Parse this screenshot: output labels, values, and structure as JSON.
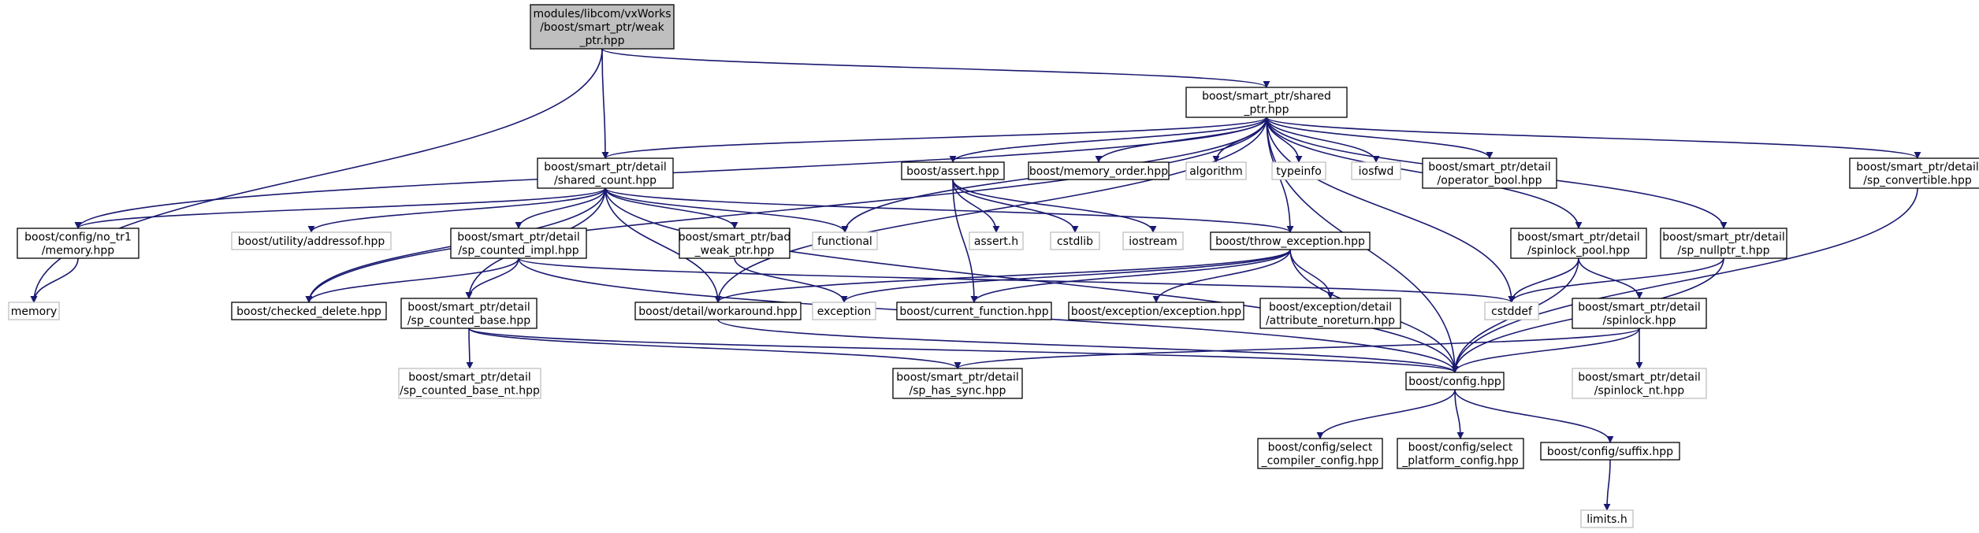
{
  "colors": {
    "edge": "#191970",
    "node_border": "#000000",
    "node_border_external": "#bfbfbf",
    "root_fill": "#bfbfbf",
    "node_fill": "#ffffff",
    "text": "#000000"
  },
  "nodes": [
    {
      "id": "weak_ptr",
      "lines": [
        "modules/libcom/vxWorks",
        "/boost/smart_ptr/weak",
        "_ptr.hpp"
      ],
      "kind": "root"
    },
    {
      "id": "shared_ptr",
      "lines": [
        "boost/smart_ptr/shared",
        "_ptr.hpp"
      ],
      "kind": "file"
    },
    {
      "id": "shared_count",
      "lines": [
        "boost/smart_ptr/detail",
        "/shared_count.hpp"
      ],
      "kind": "file"
    },
    {
      "id": "boost_assert",
      "lines": [
        "boost/assert.hpp"
      ],
      "kind": "file"
    },
    {
      "id": "memory_order",
      "lines": [
        "boost/memory_order.hpp"
      ],
      "kind": "file"
    },
    {
      "id": "algorithm",
      "lines": [
        "algorithm"
      ],
      "kind": "external"
    },
    {
      "id": "typeinfo",
      "lines": [
        "typeinfo"
      ],
      "kind": "external"
    },
    {
      "id": "iosfwd",
      "lines": [
        "iosfwd"
      ],
      "kind": "external"
    },
    {
      "id": "operator_bool",
      "lines": [
        "boost/smart_ptr/detail",
        "/operator_bool.hpp"
      ],
      "kind": "file"
    },
    {
      "id": "sp_convertible",
      "lines": [
        "boost/smart_ptr/detail",
        "/sp_convertible.hpp"
      ],
      "kind": "file"
    },
    {
      "id": "no_tr1_memory",
      "lines": [
        "boost/config/no_tr1",
        "/memory.hpp"
      ],
      "kind": "file"
    },
    {
      "id": "addressof",
      "lines": [
        "boost/utility/addressof.hpp"
      ],
      "kind": "external"
    },
    {
      "id": "sp_counted_impl",
      "lines": [
        "boost/smart_ptr/detail",
        "/sp_counted_impl.hpp"
      ],
      "kind": "file"
    },
    {
      "id": "bad_weak_ptr",
      "lines": [
        "boost/smart_ptr/bad",
        "_weak_ptr.hpp"
      ],
      "kind": "file"
    },
    {
      "id": "functional",
      "lines": [
        "functional"
      ],
      "kind": "external"
    },
    {
      "id": "assert_h",
      "lines": [
        "assert.h"
      ],
      "kind": "external"
    },
    {
      "id": "cstdlib",
      "lines": [
        "cstdlib"
      ],
      "kind": "external"
    },
    {
      "id": "iostream",
      "lines": [
        "iostream"
      ],
      "kind": "external"
    },
    {
      "id": "throw_exception",
      "lines": [
        "boost/throw_exception.hpp"
      ],
      "kind": "file"
    },
    {
      "id": "spinlock_pool",
      "lines": [
        "boost/smart_ptr/detail",
        "/spinlock_pool.hpp"
      ],
      "kind": "file"
    },
    {
      "id": "sp_nullptr_t",
      "lines": [
        "boost/smart_ptr/detail",
        "/sp_nullptr_t.hpp"
      ],
      "kind": "file"
    },
    {
      "id": "memory",
      "lines": [
        "memory"
      ],
      "kind": "external"
    },
    {
      "id": "checked_delete",
      "lines": [
        "boost/checked_delete.hpp"
      ],
      "kind": "file"
    },
    {
      "id": "sp_counted_base",
      "lines": [
        "boost/smart_ptr/detail",
        "/sp_counted_base.hpp"
      ],
      "kind": "file"
    },
    {
      "id": "workaround",
      "lines": [
        "boost/detail/workaround.hpp"
      ],
      "kind": "file"
    },
    {
      "id": "exception",
      "lines": [
        "exception"
      ],
      "kind": "external"
    },
    {
      "id": "current_function",
      "lines": [
        "boost/current_function.hpp"
      ],
      "kind": "file"
    },
    {
      "id": "exception_hpp",
      "lines": [
        "boost/exception/exception.hpp"
      ],
      "kind": "file"
    },
    {
      "id": "attribute_noreturn",
      "lines": [
        "boost/exception/detail",
        "/attribute_noreturn.hpp"
      ],
      "kind": "file"
    },
    {
      "id": "cstddef",
      "lines": [
        "cstddef"
      ],
      "kind": "external"
    },
    {
      "id": "spinlock",
      "lines": [
        "boost/smart_ptr/detail",
        "/spinlock.hpp"
      ],
      "kind": "file"
    },
    {
      "id": "sp_counted_base_nt",
      "lines": [
        "boost/smart_ptr/detail",
        "/sp_counted_base_nt.hpp"
      ],
      "kind": "external"
    },
    {
      "id": "sp_has_sync",
      "lines": [
        "boost/smart_ptr/detail",
        "/sp_has_sync.hpp"
      ],
      "kind": "file"
    },
    {
      "id": "config",
      "lines": [
        "boost/config.hpp"
      ],
      "kind": "file"
    },
    {
      "id": "spinlock_nt",
      "lines": [
        "boost/smart_ptr/detail",
        "/spinlock_nt.hpp"
      ],
      "kind": "external"
    },
    {
      "id": "select_compiler",
      "lines": [
        "boost/config/select",
        "_compiler_config.hpp"
      ],
      "kind": "file"
    },
    {
      "id": "select_platform",
      "lines": [
        "boost/config/select",
        "_platform_config.hpp"
      ],
      "kind": "file"
    },
    {
      "id": "suffix",
      "lines": [
        "boost/config/suffix.hpp"
      ],
      "kind": "file"
    },
    {
      "id": "limits_h",
      "lines": [
        "limits.h"
      ],
      "kind": "external"
    }
  ],
  "edges": [
    [
      "weak_ptr",
      "shared_ptr"
    ],
    [
      "weak_ptr",
      "shared_count"
    ],
    [
      "weak_ptr",
      "memory"
    ],
    [
      "shared_ptr",
      "no_tr1_memory"
    ],
    [
      "shared_ptr",
      "shared_count"
    ],
    [
      "shared_ptr",
      "boost_assert"
    ],
    [
      "shared_ptr",
      "memory_order"
    ],
    [
      "shared_ptr",
      "algorithm"
    ],
    [
      "shared_ptr",
      "typeinfo"
    ],
    [
      "shared_ptr",
      "iosfwd"
    ],
    [
      "shared_ptr",
      "operator_bool"
    ],
    [
      "shared_ptr",
      "sp_convertible"
    ],
    [
      "shared_ptr",
      "functional"
    ],
    [
      "shared_ptr",
      "workaround"
    ],
    [
      "shared_ptr",
      "throw_exception"
    ],
    [
      "shared_ptr",
      "spinlock_pool"
    ],
    [
      "shared_ptr",
      "sp_nullptr_t"
    ],
    [
      "shared_ptr",
      "cstddef"
    ],
    [
      "shared_ptr",
      "config"
    ],
    [
      "shared_ptr",
      "checked_delete"
    ],
    [
      "shared_count",
      "no_tr1_memory"
    ],
    [
      "shared_count",
      "addressof"
    ],
    [
      "shared_count",
      "sp_counted_impl"
    ],
    [
      "shared_count",
      "bad_weak_ptr"
    ],
    [
      "shared_count",
      "functional"
    ],
    [
      "shared_count",
      "throw_exception"
    ],
    [
      "shared_count",
      "checked_delete"
    ],
    [
      "shared_count",
      "sp_counted_base"
    ],
    [
      "shared_count",
      "workaround"
    ],
    [
      "shared_count",
      "config"
    ],
    [
      "boost_assert",
      "assert_h"
    ],
    [
      "boost_assert",
      "cstdlib"
    ],
    [
      "boost_assert",
      "iostream"
    ],
    [
      "boost_assert",
      "current_function"
    ],
    [
      "no_tr1_memory",
      "memory"
    ],
    [
      "sp_counted_impl",
      "checked_delete"
    ],
    [
      "sp_counted_impl",
      "sp_counted_base"
    ],
    [
      "sp_counted_impl",
      "config"
    ],
    [
      "sp_counted_impl",
      "cstddef"
    ],
    [
      "bad_weak_ptr",
      "exception"
    ],
    [
      "throw_exception",
      "exception"
    ],
    [
      "throw_exception",
      "current_function"
    ],
    [
      "throw_exception",
      "exception_hpp"
    ],
    [
      "throw_exception",
      "attribute_noreturn"
    ],
    [
      "throw_exception",
      "workaround"
    ],
    [
      "throw_exception",
      "config"
    ],
    [
      "spinlock_pool",
      "spinlock"
    ],
    [
      "spinlock_pool",
      "config"
    ],
    [
      "spinlock_pool",
      "cstddef"
    ],
    [
      "sp_nullptr_t",
      "cstddef"
    ],
    [
      "sp_nullptr_t",
      "config"
    ],
    [
      "sp_convertible",
      "config"
    ],
    [
      "sp_counted_base",
      "sp_counted_base_nt"
    ],
    [
      "sp_counted_base",
      "sp_has_sync"
    ],
    [
      "sp_counted_base",
      "config"
    ],
    [
      "spinlock",
      "sp_has_sync"
    ],
    [
      "spinlock",
      "spinlock_nt"
    ],
    [
      "spinlock",
      "config"
    ],
    [
      "workaround",
      "config"
    ],
    [
      "config",
      "select_compiler"
    ],
    [
      "config",
      "select_platform"
    ],
    [
      "config",
      "suffix"
    ],
    [
      "suffix",
      "limits_h"
    ]
  ]
}
